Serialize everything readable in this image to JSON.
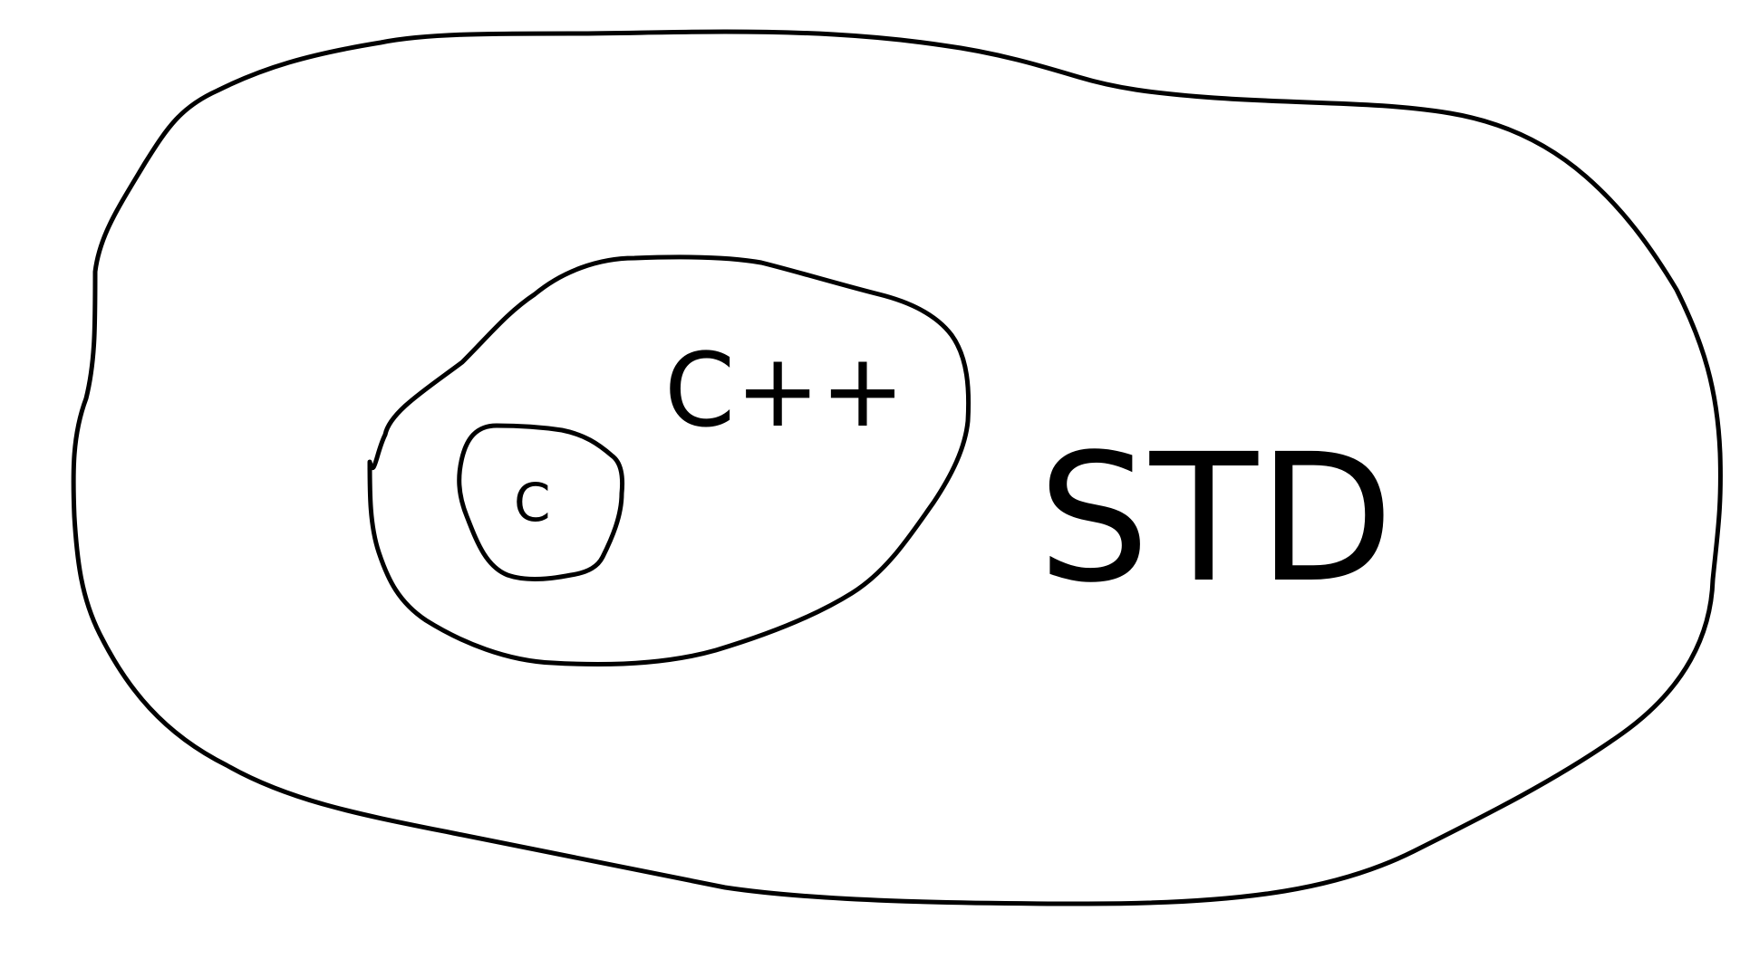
{
  "diagram": {
    "type": "nested-sets",
    "regions": [
      {
        "id": "std",
        "label": "STD"
      },
      {
        "id": "cpp",
        "label": "C++"
      },
      {
        "id": "c",
        "label": "C"
      }
    ]
  },
  "colors": {
    "background": "#ffffff",
    "stroke": "#000000",
    "text": "#000000"
  }
}
